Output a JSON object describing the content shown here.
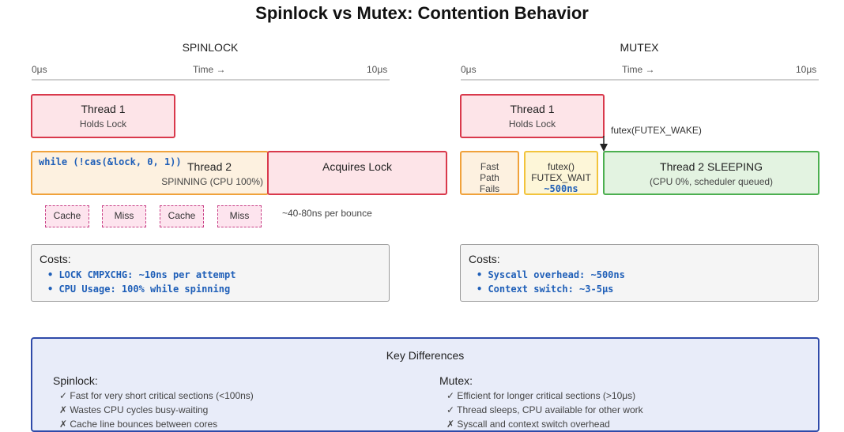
{
  "title": "Spinlock vs Mutex: Contention Behavior",
  "spinlock": {
    "header": "SPINLOCK",
    "axis": {
      "start": "0μs",
      "label": "Time →",
      "end": "10μs"
    },
    "thread1": {
      "name": "Thread 1",
      "status": "Holds Lock"
    },
    "thread2_code": "while (!cas(&lock, 0, 1))",
    "thread2": {
      "name": "Thread 2",
      "status": "SPINNING (CPU 100%)"
    },
    "acquires": "Acquires Lock",
    "cache_boxes": [
      "Cache",
      "Miss",
      "Cache",
      "Miss"
    ],
    "bounce_note": "~40-80ns per bounce",
    "costs": {
      "title": "Costs:",
      "items": [
        "LOCK CMPXCHG: ~10ns per attempt",
        "CPU Usage: 100% while spinning"
      ]
    }
  },
  "mutex": {
    "header": "MUTEX",
    "axis": {
      "start": "0μs",
      "label": "Time →",
      "end": "10μs"
    },
    "thread1": {
      "name": "Thread 1",
      "status": "Holds Lock"
    },
    "wake_label": "futex(FUTEX_WAKE)",
    "fast_path": [
      "Fast",
      "Path",
      "Fails"
    ],
    "futex": {
      "line1": "futex()",
      "line2": "FUTEX_WAIT",
      "line3": "~500ns"
    },
    "sleeping": {
      "name": "Thread 2 SLEEPING",
      "status": "(CPU 0%, scheduler queued)"
    },
    "costs": {
      "title": "Costs:",
      "items": [
        "Syscall overhead: ~500ns",
        "Context switch: ~3-5μs"
      ]
    }
  },
  "key_differences": {
    "title": "Key Differences",
    "spinlock": {
      "heading": "Spinlock:",
      "items": [
        "✓ Fast for very short critical sections (<100ns)",
        "✗ Wastes CPU cycles busy-waiting",
        "✗ Cache line bounces between cores"
      ]
    },
    "mutex": {
      "heading": "Mutex:",
      "items": [
        "✓ Efficient for longer critical sections (>10μs)",
        "✓ Thread sleeps, CPU available for other work",
        "✗ Syscall and context switch overhead"
      ]
    }
  },
  "colors": {
    "red": "#d9394c",
    "orange": "#f0a23b",
    "yellow": "#f2c43c",
    "green": "#4caf50",
    "code_blue": "#1f5fb8",
    "panel_blue": "#2f4aa9"
  }
}
